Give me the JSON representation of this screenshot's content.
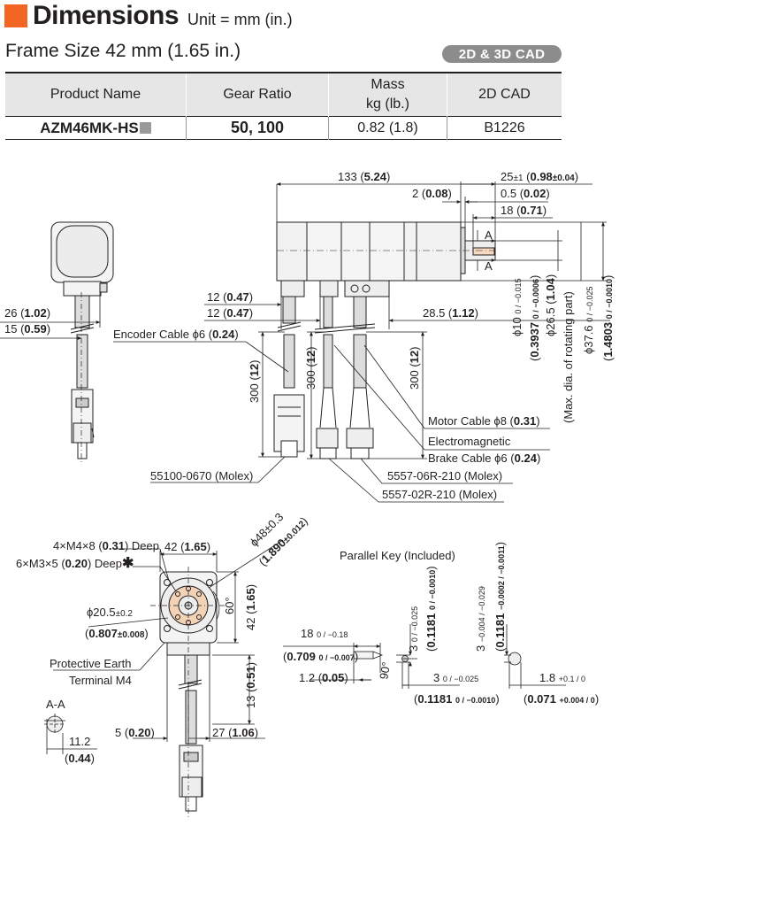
{
  "header": {
    "title": "Dimensions",
    "unit": "Unit = mm (in.)",
    "accent_color": "#f26522"
  },
  "frame_size": "Frame Size 42 mm (1.65 in.)",
  "cad_badge": "2D & 3D CAD",
  "table": {
    "headers": [
      "Product Name",
      "Gear Ratio",
      "Mass",
      "kg (lb.)",
      "2D CAD"
    ],
    "row": {
      "product": "AZM46MK-HS",
      "gear_ratio": "50, 100",
      "mass": "0.82 (1.8)",
      "cad": "B1226"
    }
  },
  "dims": {
    "d133": "133",
    "d133i": "5.24",
    "d25": "25",
    "d25t": "±1",
    "d25i": "0.98",
    "d25it": "±0.04",
    "d2": "2",
    "d2i": "0.08",
    "d05": "0.5",
    "d05i": "0.02",
    "d18": "18",
    "d18i": "0.71",
    "d12a": "12",
    "d12ai": "0.47",
    "d12b": "12",
    "d12bi": "0.47",
    "d26": "26",
    "d26i": "1.02",
    "d15": "15",
    "d15i": "0.59",
    "d285": "28.5",
    "d285i": "1.12",
    "d300a": "300",
    "d300ai": "12",
    "d300b": "300",
    "d300bi": "12",
    "d300c": "300",
    "d300ci": "12",
    "phi10": "ϕ10",
    "phi10tol": "0 / −0.015",
    "phi10in": "0.3937",
    "phi10intol": "0 / −0.0006",
    "phi265": "ϕ26.5",
    "phi265i": "1.04",
    "maxdia": "(Max. dia. of rotating part)",
    "phi376": "ϕ37.6",
    "phi376tol": "0 / −0.025",
    "phi376in": "1.4803",
    "phi376intol": "0 / −0.0010",
    "d42w": "42",
    "d42wi": "1.65",
    "d42h": "42",
    "d42hi": "1.65",
    "phi48": "ϕ48±0.3",
    "phi48in": "1.890",
    "phi48intol": "±0.012",
    "deg60": "60°",
    "phi205": "ϕ20.5",
    "phi205t": "±0.2",
    "phi205in": "0.807",
    "phi205intol": "±0.008",
    "d13": "13",
    "d13i": "0.51",
    "d5": "5",
    "d5i": "0.20",
    "d27": "27",
    "d27i": "1.06",
    "d112": "11.2",
    "d112i": "0.44",
    "key18": "18",
    "key18tol": "0 / −0.18",
    "key18in": "0.709",
    "key18intol": "0 / −0.007",
    "key12": "1.2",
    "key12i": "0.05",
    "deg90": "90°",
    "key3a": "3",
    "key3atol": "0 / −0.025",
    "key3ain": "0.1181",
    "key3aintol": "0 / −0.0010",
    "key3b": "3",
    "key3btol": "−0.004 / −0.029",
    "key3bin": "0.1181",
    "key3bintol": "−0.0002 / −0.0011",
    "key3c": "3",
    "key3ctol": "0 / −0.025",
    "key3cin": "0.1181",
    "key3cintol": "0 / −0.0010",
    "key18b": "1.8",
    "key18btol": "+0.1 / 0",
    "key18bin": "0.071",
    "key18bintol": "+0.004 / 0"
  },
  "labels": {
    "encoder_cable": "Encoder Cable ϕ6",
    "encoder_cable_in": "0.24",
    "motor_cable": "Motor Cable ϕ8",
    "motor_cable_in": "0.31",
    "brake1": "Electromagnetic",
    "brake2": "Brake Cable ϕ6",
    "brake2_in": "0.24",
    "conn1": "55100-0670 (Molex)",
    "conn2": "5557-06R-210 (Molex)",
    "conn3": "5557-02R-210 (Molex)",
    "taps1a": "4×M4×8 (",
    "taps1b": "0.31",
    "taps1c": ") Deep",
    "taps2a": "6×M3×5 (",
    "taps2b": "0.20",
    "taps2c": ") Deep",
    "star": "✱",
    "pe1": "Protective Earth",
    "pe2": "Terminal M4",
    "section": "A-A",
    "parallel_key": "Parallel Key (Included)",
    "sectA1": "A",
    "sectA2": "A"
  }
}
